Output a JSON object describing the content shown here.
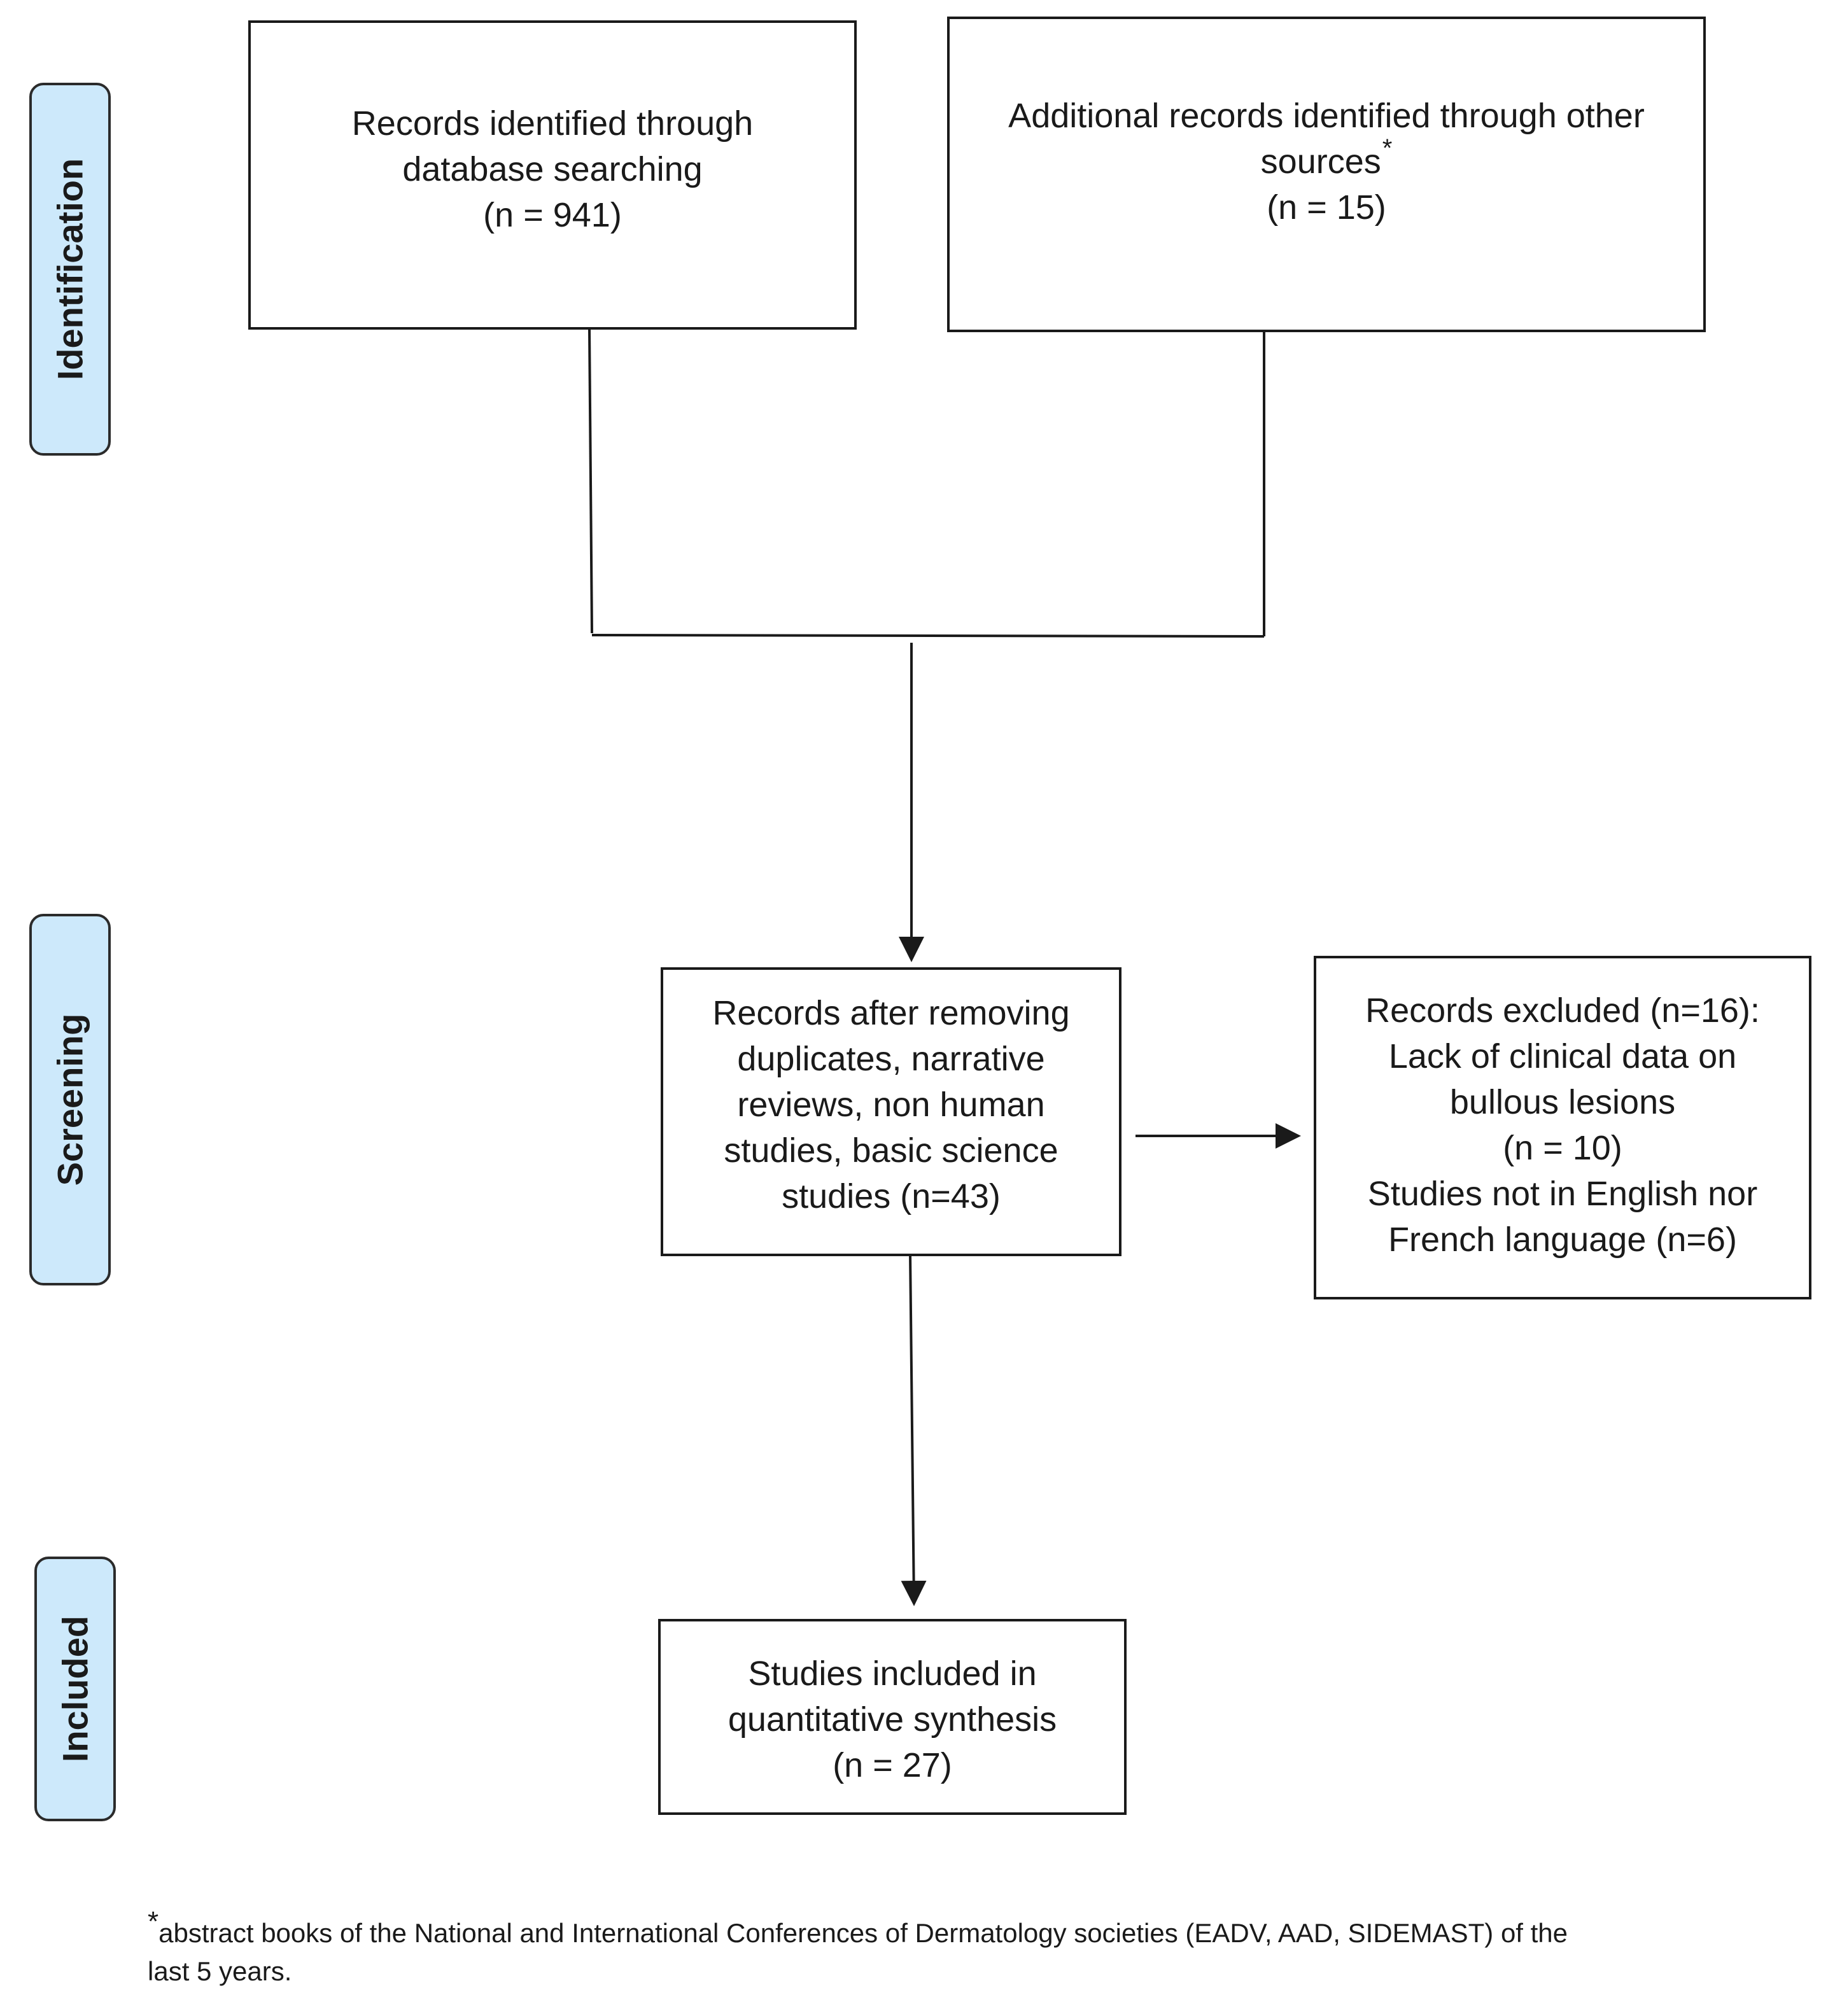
{
  "stages": [
    {
      "id": "identification",
      "label": "Identification"
    },
    {
      "id": "screening",
      "label": "Screening"
    },
    {
      "id": "included",
      "label": "Included"
    }
  ],
  "boxes": {
    "database": {
      "lines": [
        "Records identified through",
        "database searching",
        "(n = 941)"
      ]
    },
    "other_sources": {
      "line1": "Additional records identified through other",
      "line2": "sources",
      "marker": "*",
      "line3": "(n = 15)"
    },
    "after_removal": {
      "lines": [
        "Records after removing",
        "duplicates, narrative",
        "reviews, non human",
        "studies, basic science",
        "studies (n=43)"
      ]
    },
    "excluded": {
      "lines": [
        "Records excluded (n=16):",
        "Lack of clinical data on",
        "bullous lesions",
        "(n = 10)",
        "Studies not in English nor",
        "French language (n=6)"
      ]
    },
    "included": {
      "lines": [
        "Studies included in",
        "quantitative synthesis",
        "(n = 27)"
      ]
    }
  },
  "footnote": {
    "marker": "*",
    "line1": "abstract books of the National and International Conferences of Dermatology societies (EADV, AAD, SIDEMAST) of the",
    "line2": "last 5 years."
  },
  "colors": {
    "stage_fill": "#cde9fb",
    "line": "#1a1a1a"
  }
}
